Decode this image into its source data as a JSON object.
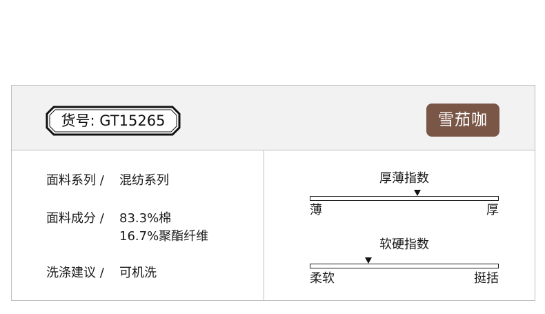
{
  "header": {
    "sku_label": "货号:",
    "sku_code": "GT15265",
    "color_name": "雪茄咖",
    "color_hex": "#7a5647"
  },
  "specs": [
    {
      "label": "面料系列 /",
      "values": [
        "混纺系列"
      ]
    },
    {
      "label": "面料成分 /",
      "values": [
        "83.3%棉",
        "16.7%聚酯纤维"
      ]
    },
    {
      "label": "洗涤建议 /",
      "values": [
        "可机洗"
      ]
    }
  ],
  "scales": [
    {
      "title": "厚薄指数",
      "left_label": "薄",
      "right_label": "厚",
      "level": 0.57
    },
    {
      "title": "软硬指数",
      "left_label": "柔软",
      "right_label": "挺括",
      "level": 0.31
    }
  ]
}
